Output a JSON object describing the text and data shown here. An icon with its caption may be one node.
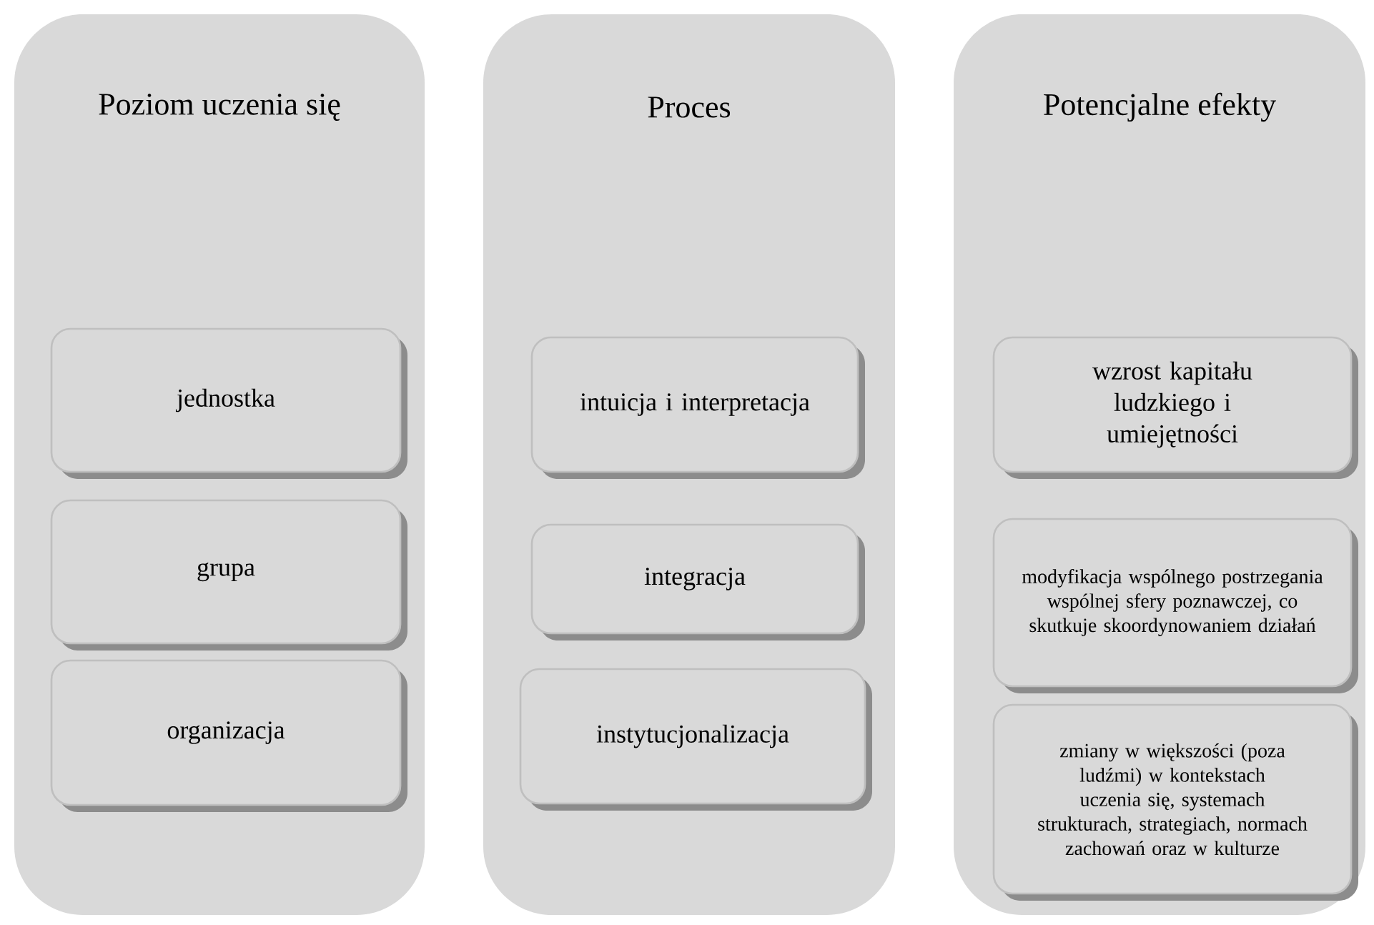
{
  "diagram": {
    "nodes": [
      {
        "text": [
          "Poziom uczenia się"
        ]
      },
      {
        "text": [
          "jednostka"
        ],
        "in": 0
      },
      {
        "text": [
          "grupa"
        ],
        "in": 0
      },
      {
        "text": [
          "organizacja"
        ],
        "in": 0
      },
      {
        "text": [
          "Proces"
        ]
      },
      {
        "text": [
          "intuicja i interpretacja"
        ],
        "in": 4
      },
      {
        "text": [
          "integracja"
        ],
        "in": 4
      },
      {
        "text": [
          "instytucjonalizacja"
        ],
        "in": 4
      },
      {
        "text": [
          "Potencjalne efekty"
        ]
      },
      {
        "text": [
          "wzrost kapitału ludzkiego i umiejętności"
        ],
        "in": 8
      },
      {
        "text": [
          "modyfikacja wspólnego postrzegania wspólnej sfery poznawczej, co skutkuje skoordynowaniem działań"
        ],
        "in": 8
      },
      {
        "text": [
          "zmiany w większości (poza ludźmi) w kontekstach uczenia się, systemach strukturach, strategiach, normach zachowań oraz w kulturze"
        ],
        "in": 8
      }
    ]
  }
}
